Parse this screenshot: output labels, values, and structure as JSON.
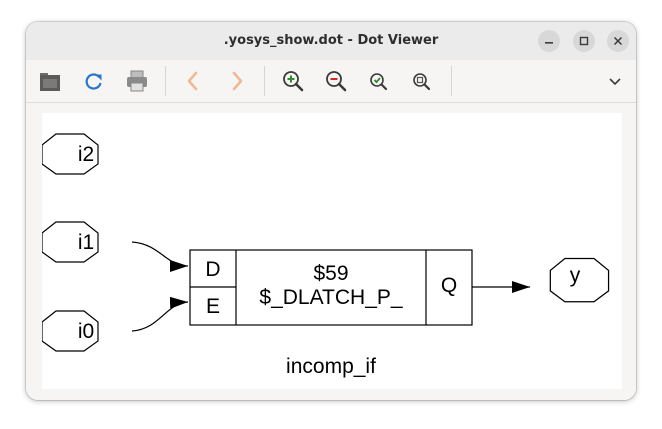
{
  "window": {
    "title": ".yosys_show.dot - Dot Viewer"
  },
  "toolbar": {
    "items": [
      "open-icon",
      "reload-icon",
      "print-icon",
      "back-icon",
      "forward-icon",
      "zoom-in-icon",
      "zoom-out-icon",
      "zoom-fit-icon",
      "zoom-100-icon",
      "more-icon"
    ]
  },
  "graph": {
    "nodes": {
      "i2": "i2",
      "i1": "i1",
      "i0": "i0",
      "y": "y"
    },
    "cell": {
      "port_d": "D",
      "port_e": "E",
      "id": "$59",
      "type": "$_DLATCH_P_",
      "port_q": "Q"
    },
    "label": "incomp_if"
  }
}
